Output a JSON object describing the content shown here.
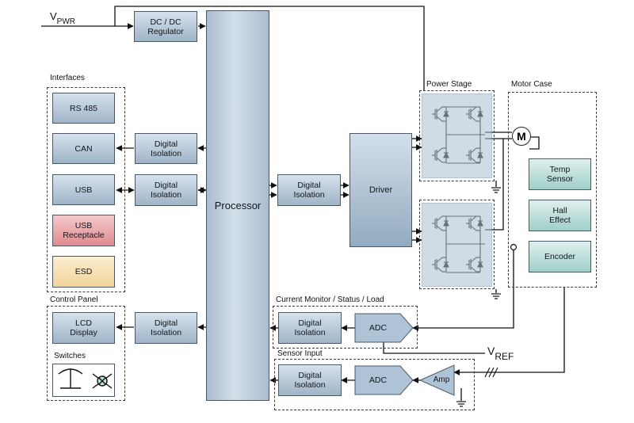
{
  "vpwr": {
    "main": "V",
    "sub": "PWR"
  },
  "vref": {
    "main": "V",
    "sub": "REF"
  },
  "groups": {
    "interfaces": "Interfaces",
    "control_panel": "Control Panel",
    "switches": "Switches",
    "power_stage": "Power Stage",
    "motor_case": "Motor Case",
    "current_monitor": "Current Monitor / Status / Load",
    "sensor_input": "Sensor Input"
  },
  "blocks": {
    "dcdc": "DC / DC\nRegulator",
    "processor": "Processor",
    "rs485": "RS 485",
    "can": "CAN",
    "usb": "USB",
    "usb_receptacle": "USB\nReceptacle",
    "esd": "ESD",
    "lcd": "LCD\nDisplay",
    "iso_can": "Digital\nIsolation",
    "iso_usb": "Digital\nIsolation",
    "iso_lcd": "Digital\nIsolation",
    "iso_driver": "Digital\nIsolation",
    "driver": "Driver",
    "iso_current": "Digital\nIsolation",
    "adc_current": "ADC",
    "iso_sensor": "Digital\nIsolation",
    "adc_sensor": "ADC",
    "amp": "Amp",
    "temp_sensor": "Temp\nSensor",
    "hall_effect": "Hall\nEffect",
    "encoder": "Encoder"
  },
  "motor_symbol": "M",
  "colors": {
    "block_blue": "#b7c9da",
    "block_teal": "#bfe0dc",
    "usb_receptacle": "#eaa8ab",
    "esd": "#f6e0b4",
    "switches": "#bfe0dc",
    "power_stage": "#a9bed0",
    "line": "#111111",
    "group_border": "#3c3c3c"
  },
  "icons": {
    "switch_push": "push-button-switch-icon",
    "switch_lamp": "lamp-switch-icon",
    "igbt": "igbt-transistor-icon",
    "ground": "ground-icon"
  }
}
